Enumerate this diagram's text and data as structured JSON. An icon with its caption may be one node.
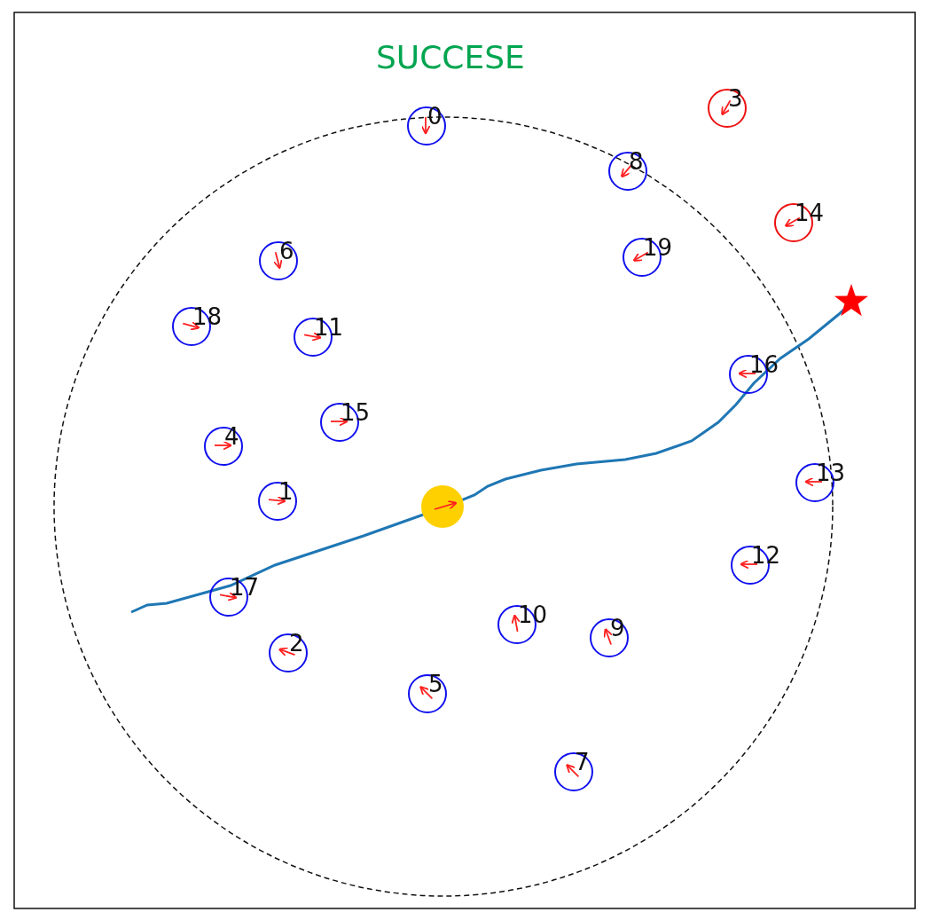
{
  "diagram": {
    "title": "SUCCESE",
    "nodes": [
      {
        "text": [
          "0"
        ]
      },
      {
        "text": [
          "1"
        ]
      },
      {
        "text": [
          "2"
        ]
      },
      {
        "text": [
          "3"
        ]
      },
      {
        "text": [
          "4"
        ]
      },
      {
        "text": [
          "5"
        ]
      },
      {
        "text": [
          "6"
        ]
      },
      {
        "text": [
          "7"
        ]
      },
      {
        "text": [
          "8"
        ]
      },
      {
        "text": [
          "9"
        ]
      },
      {
        "text": [
          "10"
        ]
      },
      {
        "text": [
          "11"
        ]
      },
      {
        "text": [
          "12"
        ]
      },
      {
        "text": [
          "13"
        ]
      },
      {
        "text": [
          "14"
        ]
      },
      {
        "text": [
          "15"
        ]
      },
      {
        "text": [
          "16"
        ]
      },
      {
        "text": [
          "17"
        ]
      },
      {
        "text": [
          "18"
        ]
      },
      {
        "text": [
          "19"
        ]
      }
    ]
  }
}
